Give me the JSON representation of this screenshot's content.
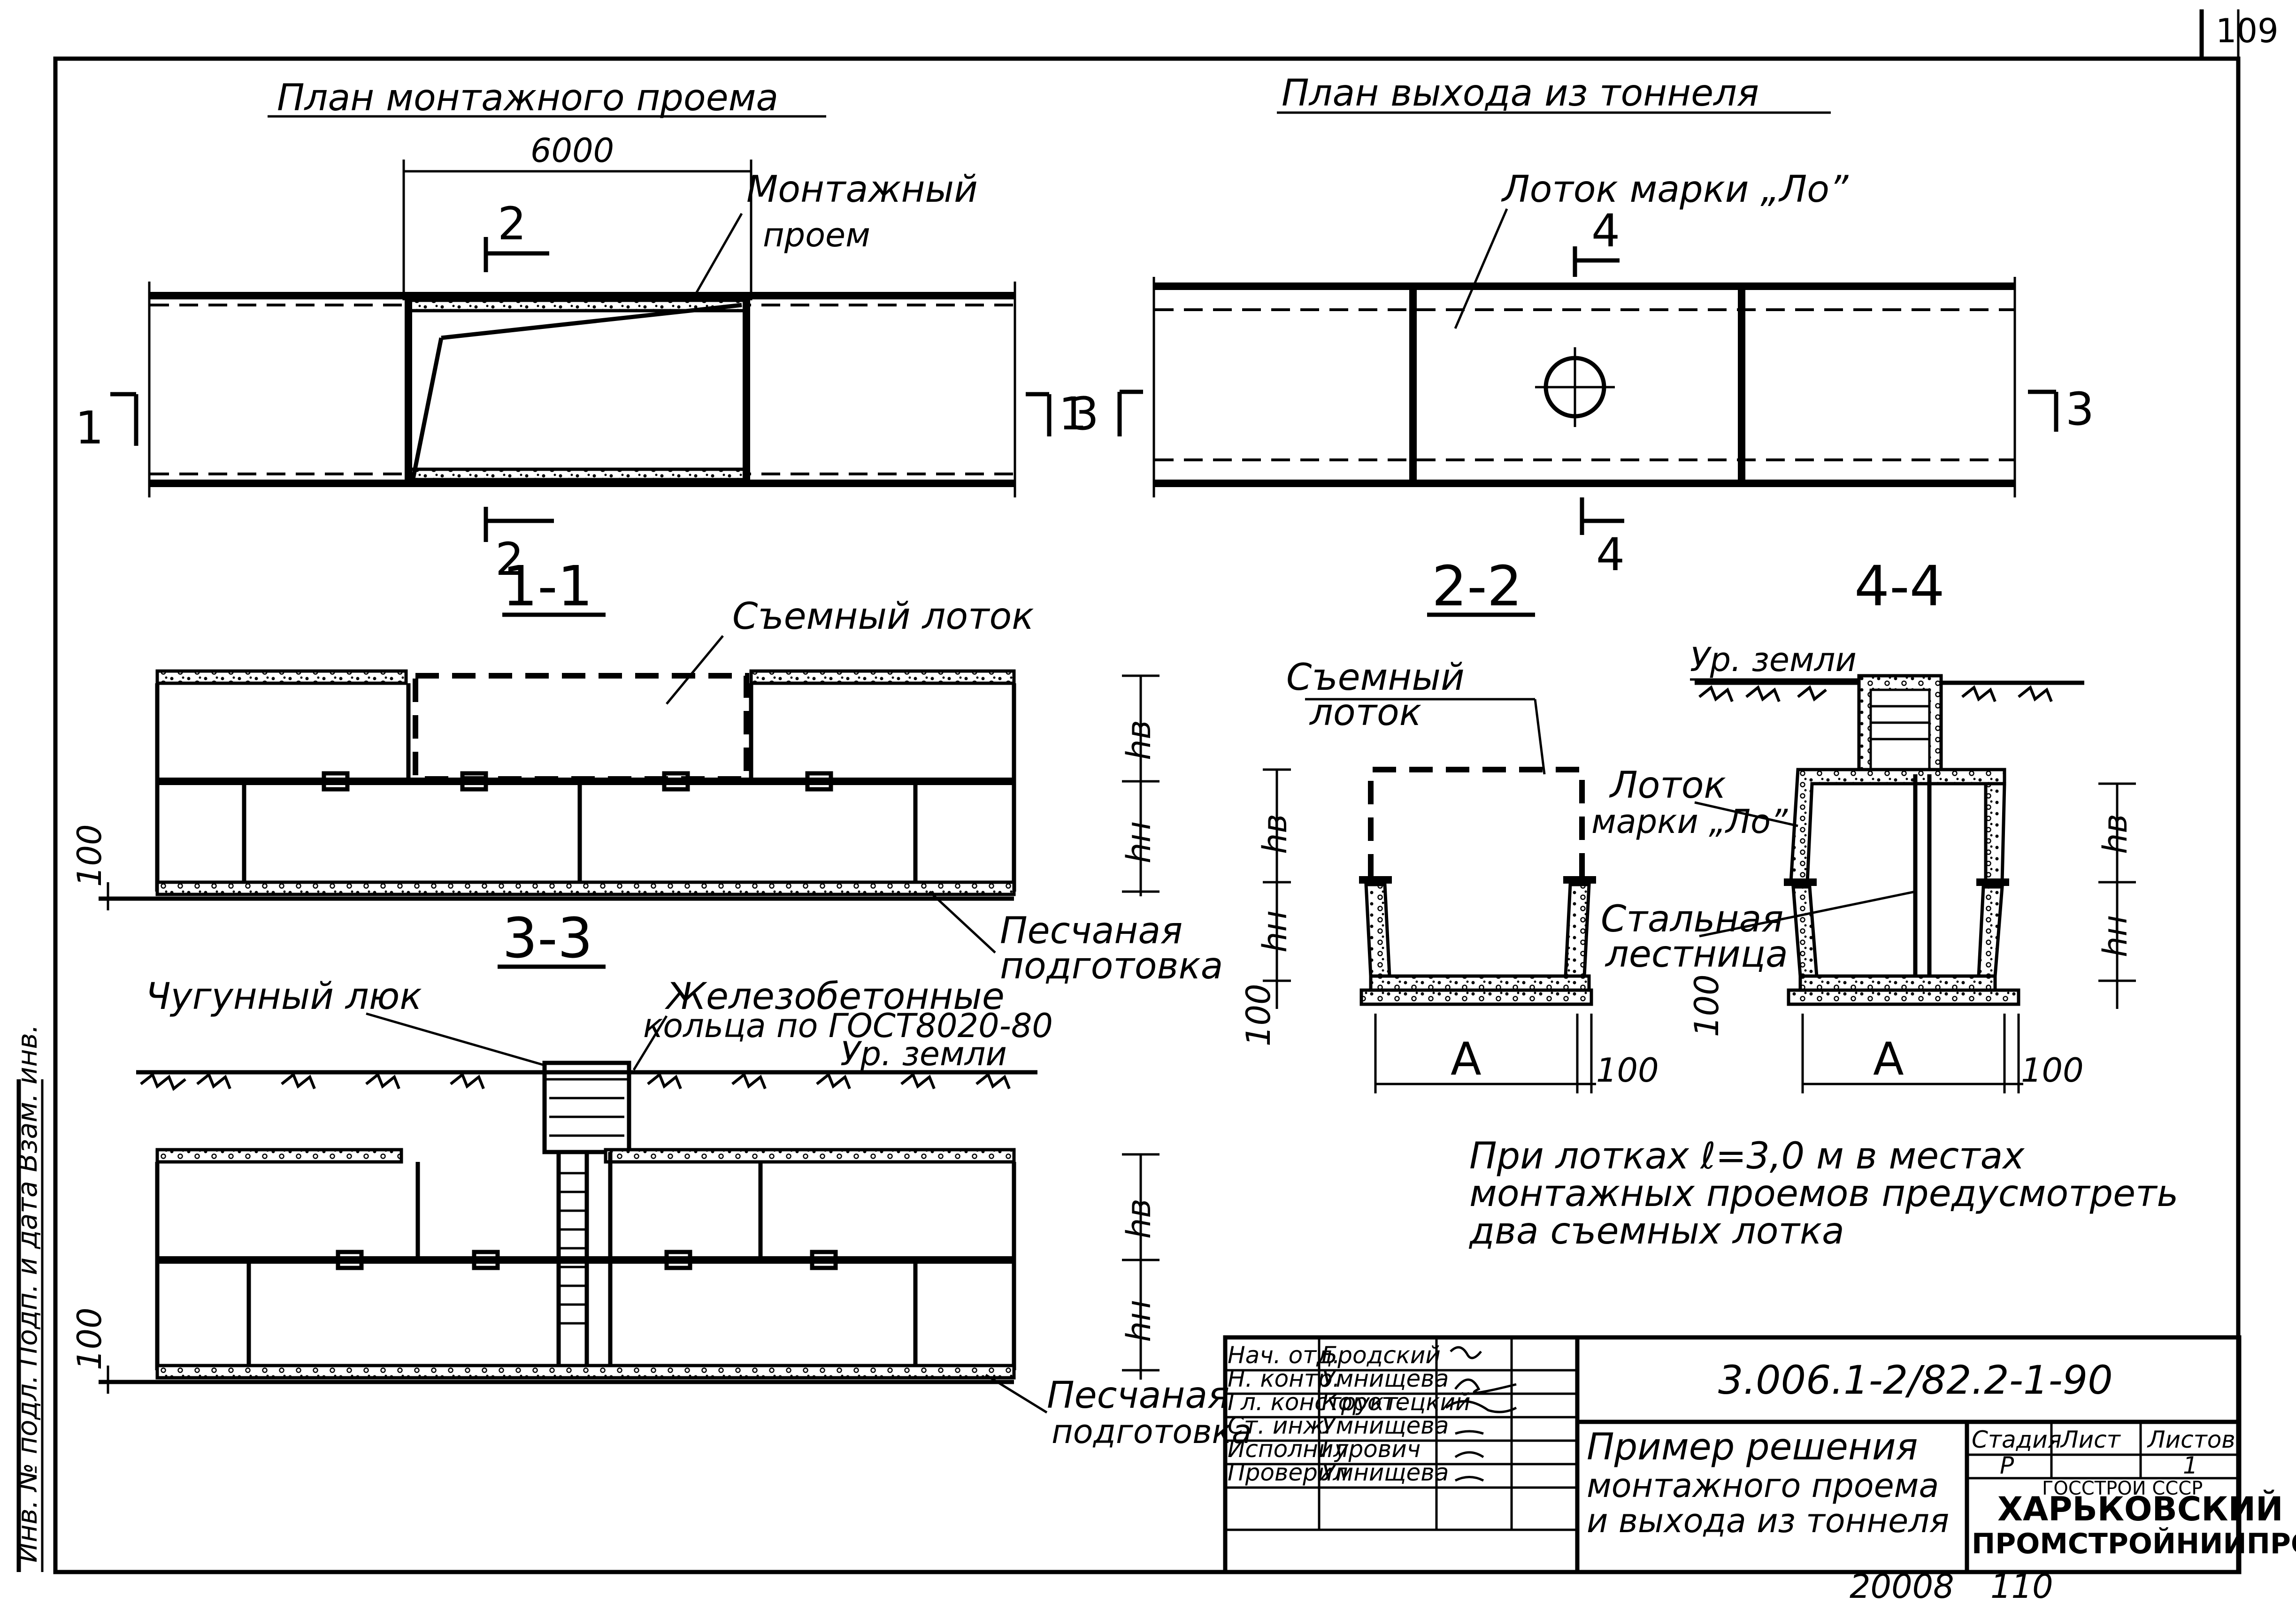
{
  "page_number": "109",
  "plan_opening": {
    "title": "План монтажного проема",
    "dimension": "6000",
    "label_line1": "Монтажный",
    "label_line2": "проем",
    "cut1": "1",
    "cut2": "2",
    "cut3": "1"
  },
  "plan_exit": {
    "title": "План выхода из тоннеля",
    "label": "Лоток марки „Ло”",
    "cut4": "4",
    "cut3": "3"
  },
  "section_1_1": {
    "title": "1-1",
    "label": "Съемный лоток",
    "h_top": "hв",
    "h_bot": "hн",
    "base_dim": "100",
    "sand_line1": "Песчаная",
    "sand_line2": "подготовка"
  },
  "section_3_3": {
    "title": "3-3",
    "hatch_label": "Чугунный люк",
    "rings_line1": "Железобетонные",
    "rings_line2": "кольца по ГОСТ8020-80",
    "ground": "Ур. земли",
    "h_top": "hв",
    "h_bot": "hн",
    "base_dim": "100",
    "sand_line1": "Песчаная",
    "sand_line2": "подготовка"
  },
  "section_2_2": {
    "title": "2-2",
    "label_line1": "Съемный",
    "label_line2": "лоток",
    "h_top": "hв",
    "h_bot": "hн",
    "base_dim": "100",
    "width": "A",
    "side_dim": "100"
  },
  "section_4_4": {
    "title": "4-4",
    "ground": "Ур. земли",
    "tray_line1": "Лоток",
    "tray_line2": "марки „Ло”",
    "ladder_line1": "Стальная",
    "ladder_line2": "лестница",
    "h_top": "hв",
    "h_bot": "hн",
    "base_dim": "100",
    "width": "A",
    "side_dim": "100"
  },
  "note": {
    "line1": "При лотках ℓ=3,0 м в местах",
    "line2": "монтажных проемов предусмотреть",
    "line3": "два съемных лотка"
  },
  "title_block": {
    "roles": [
      "Нач. отд.",
      "Н. контр.",
      "Гл. конструкт.",
      "Ст. инж.",
      "Исполнил",
      "Проверил"
    ],
    "names": [
      "Бродский",
      "Умнищева",
      "Коротецкий",
      "Умнищева",
      "Гурович",
      "Умнищева"
    ],
    "code": "3.006.1-2/82.2-1-90",
    "desc_line1": "Пример решения",
    "desc_line2": "монтажного проема",
    "desc_line3": "и выхода из тоннеля",
    "stage_h": "Стадия",
    "sheet_h": "Лист",
    "sheets_h": "Листов",
    "stage": "Р",
    "sheet": "",
    "sheets": "1",
    "org1": "ГОССТРОЙ СССР",
    "org2": "ХАРЬКОВСКИЙ",
    "org3": "ПРОМСТРОЙНИИПРОЕКТ"
  },
  "bottom_numbers": {
    "left": "20008",
    "right": "110"
  },
  "side_stamp": "Инв. № подл.  Подп. и дата  Взам. инв."
}
